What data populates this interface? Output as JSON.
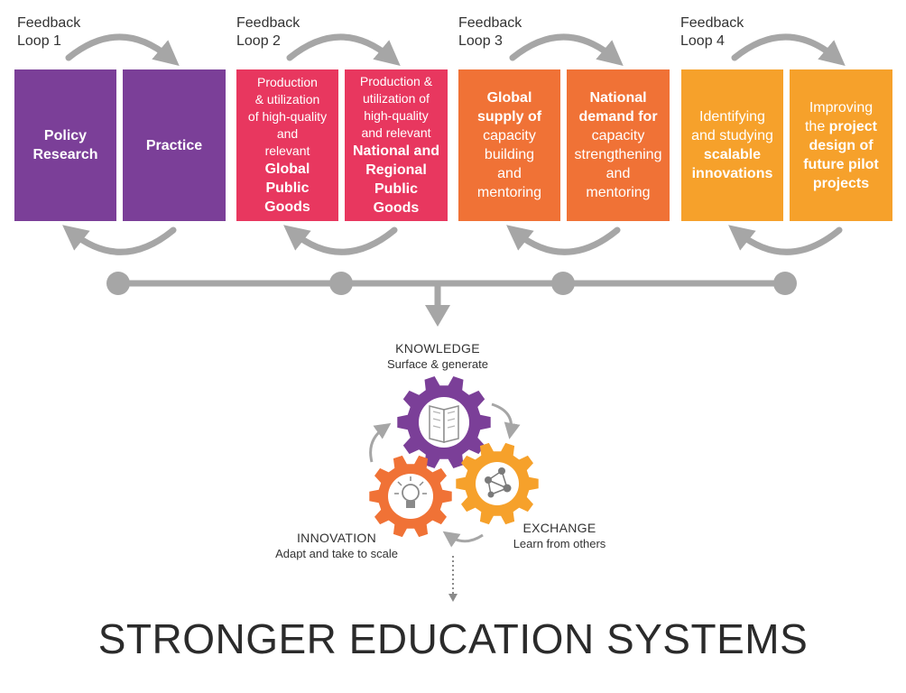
{
  "loops": [
    {
      "label": [
        "Feedback",
        "Loop 1"
      ],
      "color": "#7b3f98",
      "boxes": [
        {
          "lines": [
            {
              "text": "Policy",
              "style": "b"
            },
            {
              "text": "Research",
              "style": "b"
            }
          ]
        },
        {
          "lines": [
            {
              "text": "Practice",
              "style": "b"
            }
          ]
        }
      ]
    },
    {
      "label": [
        "Feedback",
        "Loop 2"
      ],
      "color": "#e8375f",
      "boxes": [
        {
          "lines": [
            {
              "text": "Production",
              "style": "n"
            },
            {
              "text": "& utilization",
              "style": "n"
            },
            {
              "text": "of high-quality",
              "style": "n"
            },
            {
              "text": "and",
              "style": "n"
            },
            {
              "text": "relevant",
              "style": "n"
            },
            {
              "text": "Global",
              "style": "b"
            },
            {
              "text": "Public",
              "style": "b"
            },
            {
              "text": "Goods",
              "style": "b"
            }
          ]
        },
        {
          "lines": [
            {
              "text": "Production &",
              "style": "n"
            },
            {
              "text": "utilization of",
              "style": "n"
            },
            {
              "text": "high-quality",
              "style": "n"
            },
            {
              "text": "and relevant",
              "style": "n"
            },
            {
              "text": "National and",
              "style": "b"
            },
            {
              "text": "Regional",
              "style": "b"
            },
            {
              "text": "Public",
              "style": "b"
            },
            {
              "text": "Goods",
              "style": "b"
            }
          ]
        }
      ]
    },
    {
      "label": [
        "Feedback",
        "Loop 3"
      ],
      "color": "#f07236",
      "boxes": [
        {
          "lines": [
            {
              "text": "Global",
              "style": "b"
            },
            {
              "text": "supply of",
              "style": "b"
            },
            {
              "text": "capacity",
              "style": "nb-n"
            },
            {
              "text": "building",
              "style": "nb-n"
            },
            {
              "text": "and",
              "style": "nb-n"
            },
            {
              "text": "mentoring",
              "style": "nb-n"
            }
          ]
        },
        {
          "lines": [
            {
              "text": "National",
              "style": "b"
            },
            {
              "text": "demand for",
              "style": "b"
            },
            {
              "text": "capacity",
              "style": "nb-n"
            },
            {
              "text": "strengthening",
              "style": "nb-n"
            },
            {
              "text": "and",
              "style": "nb-n"
            },
            {
              "text": "mentoring",
              "style": "nb-n"
            }
          ]
        }
      ]
    },
    {
      "label": [
        "Feedback",
        "Loop 4"
      ],
      "color": "#f6a12b",
      "boxes": [
        {
          "lines": [
            {
              "text": "Identifying",
              "style": "nb-n"
            },
            {
              "text": "and studying",
              "style": "nb-n"
            },
            {
              "text": "scalable",
              "style": "b"
            },
            {
              "text": "innovations",
              "style": "b"
            }
          ]
        },
        {
          "lines": [
            {
              "text": "Improving",
              "style": "nb-n"
            },
            {
              "parts": [
                {
                  "text": "the ",
                  "style": "w"
                },
                {
                  "text": "project",
                  "style": "k"
                }
              ]
            },
            {
              "text": "design of",
              "style": "b"
            },
            {
              "text": "future pilot",
              "style": "b"
            },
            {
              "text": "projects",
              "style": "b"
            }
          ]
        }
      ]
    }
  ],
  "gears": {
    "knowledge": {
      "title": "KNOWLEDGE",
      "subtitle": "Surface & generate",
      "color": "#7b3f98",
      "icon": "book-icon"
    },
    "exchange": {
      "title": "EXCHANGE",
      "subtitle": "Learn from others",
      "color": "#f6a12b",
      "icon": "network-icon"
    },
    "innovation": {
      "title": "INNOVATION",
      "subtitle": "Adapt and take to scale",
      "color": "#f07236",
      "icon": "lightbulb-icon"
    }
  },
  "connector_color": "#a6a6a6",
  "footer": {
    "title": "STRONGER EDUCATION SYSTEMS"
  }
}
